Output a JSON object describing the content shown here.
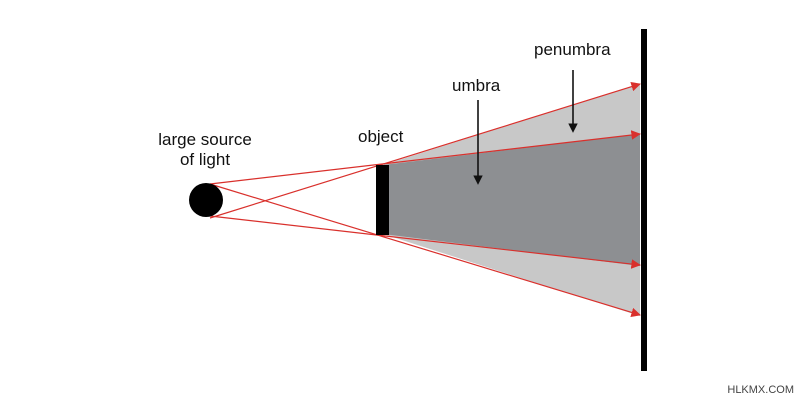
{
  "labels": {
    "source_line1": "large source",
    "source_line2": "of light",
    "object": "object",
    "umbra": "umbra",
    "penumbra": "penumbra"
  },
  "watermark": "HLKMX.COM",
  "colors": {
    "ray": "#d9302c",
    "umbra_fill": "#8d8f92",
    "penumbra_fill": "#c8c8c8",
    "solid": "#000000"
  },
  "icons": {
    "light_source": "filled-circle",
    "object": "black-bar",
    "screen": "black-vertical-wall"
  }
}
